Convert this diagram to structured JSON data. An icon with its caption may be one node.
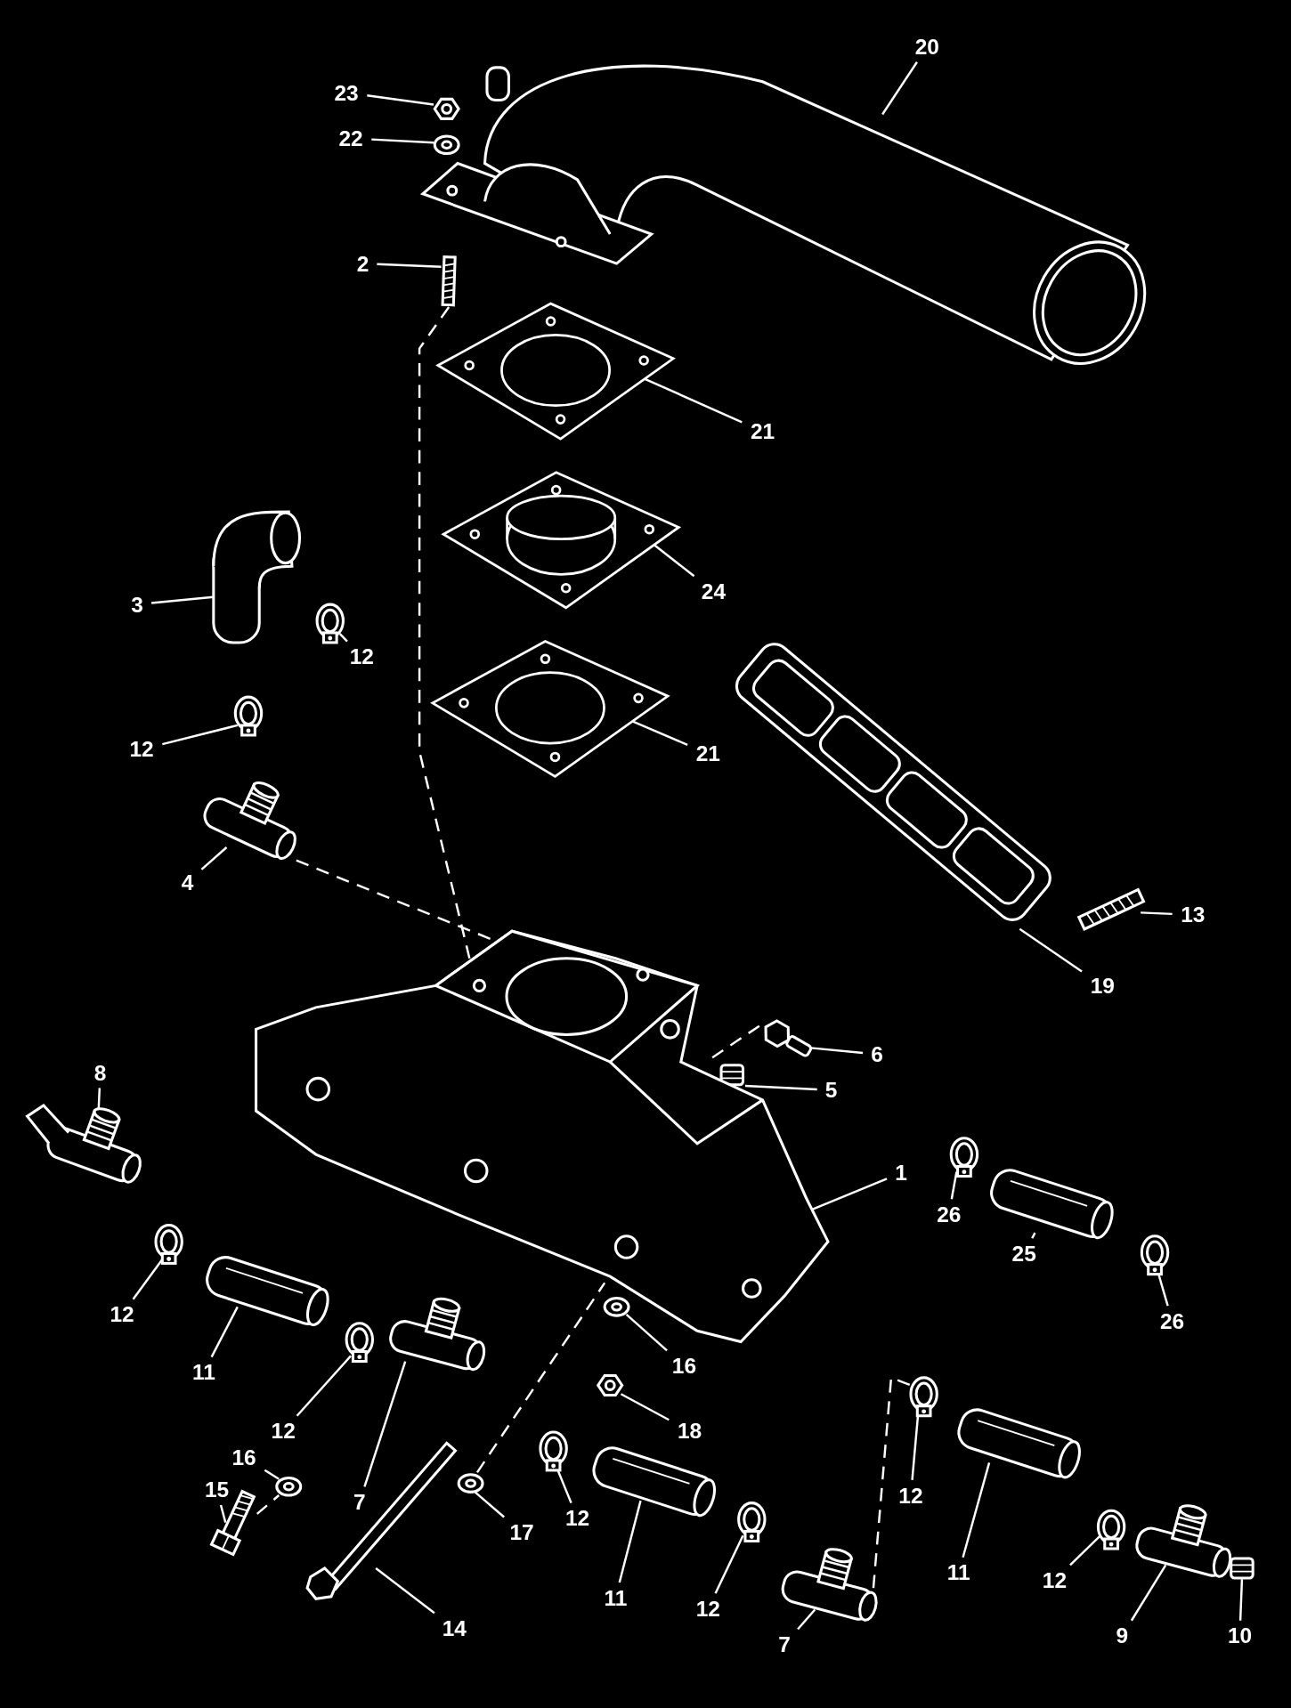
{
  "diagram": {
    "nodes": [
      {
        "text": [
          "20"
        ]
      },
      {
        "text": [],
        "shape": "picture"
      },
      {
        "text": [
          "23"
        ]
      },
      {
        "text": [],
        "shape": "picture"
      },
      {
        "text": [
          "22"
        ]
      },
      {
        "text": [],
        "shape": "picture"
      },
      {
        "text": [
          "2"
        ]
      },
      {
        "text": [],
        "shape": "picture"
      },
      {
        "text": [
          "21"
        ]
      },
      {
        "text": [],
        "shape": "picture"
      },
      {
        "text": [
          "24"
        ]
      },
      {
        "text": [],
        "shape": "picture"
      },
      {
        "text": [
          "3"
        ]
      },
      {
        "text": [],
        "shape": "picture"
      },
      {
        "text": [
          "12"
        ]
      },
      {
        "text": [],
        "shape": "picture"
      },
      {
        "text": [
          "12"
        ]
      },
      {
        "text": [],
        "shape": "picture"
      },
      {
        "text": [
          "21"
        ]
      },
      {
        "text": [],
        "shape": "picture"
      },
      {
        "text": [
          "4"
        ]
      },
      {
        "text": [],
        "shape": "picture"
      },
      {
        "text": [
          "13"
        ]
      },
      {
        "text": [],
        "shape": "picture"
      },
      {
        "text": [
          "6"
        ]
      },
      {
        "text": [],
        "shape": "picture"
      },
      {
        "text": [
          "5"
        ]
      },
      {
        "text": [],
        "shape": "picture"
      },
      {
        "text": [
          "19"
        ]
      },
      {
        "text": [],
        "shape": "picture"
      },
      {
        "text": [
          "8"
        ]
      },
      {
        "text": [],
        "shape": "picture"
      },
      {
        "text": [
          "1"
        ]
      },
      {
        "text": [],
        "shape": "picture"
      },
      {
        "text": [
          "26"
        ]
      },
      {
        "text": [],
        "shape": "picture"
      },
      {
        "text": [
          "25"
        ]
      },
      {
        "text": [],
        "shape": "picture"
      },
      {
        "text": [
          "26"
        ]
      },
      {
        "text": [],
        "shape": "picture"
      },
      {
        "text": [
          "12"
        ]
      },
      {
        "text": [],
        "shape": "picture"
      },
      {
        "text": [
          "11"
        ]
      },
      {
        "text": [],
        "shape": "picture"
      },
      {
        "text": [
          "16"
        ]
      },
      {
        "text": [],
        "shape": "picture"
      },
      {
        "text": [
          "18"
        ]
      },
      {
        "text": [],
        "shape": "picture"
      },
      {
        "text": [
          "12"
        ]
      },
      {
        "text": [],
        "shape": "picture"
      },
      {
        "text": [
          "7"
        ]
      },
      {
        "text": [],
        "shape": "picture"
      },
      {
        "text": [
          "16"
        ]
      },
      {
        "text": [],
        "shape": "picture"
      },
      {
        "text": [
          "15"
        ]
      },
      {
        "text": [],
        "shape": "picture"
      },
      {
        "text": [
          "17"
        ]
      },
      {
        "text": [],
        "shape": "picture"
      },
      {
        "text": [
          "12"
        ]
      },
      {
        "text": [],
        "shape": "picture"
      },
      {
        "text": [
          "14"
        ]
      },
      {
        "text": [],
        "shape": "picture"
      },
      {
        "text": [
          "11"
        ]
      },
      {
        "text": [],
        "shape": "picture"
      },
      {
        "text": [
          "12"
        ]
      },
      {
        "text": [],
        "shape": "picture"
      },
      {
        "text": [
          "7"
        ]
      },
      {
        "text": [],
        "shape": "picture"
      },
      {
        "text": [
          "12"
        ]
      },
      {
        "text": [],
        "shape": "picture"
      },
      {
        "text": [
          "11"
        ]
      },
      {
        "text": [],
        "shape": "picture"
      },
      {
        "text": [
          "12"
        ]
      },
      {
        "text": [],
        "shape": "picture"
      },
      {
        "text": [
          "9"
        ]
      },
      {
        "text": [],
        "shape": "picture"
      },
      {
        "text": [
          "10"
        ]
      },
      {
        "text": [],
        "shape": "picture"
      }
    ],
    "edges": [
      {
        "from": 0,
        "to": 1,
        "arrow": "none"
      },
      {
        "from": 2,
        "to": 3,
        "arrow": "none"
      },
      {
        "from": 4,
        "to": 5,
        "arrow": "none"
      },
      {
        "from": 6,
        "to": 7,
        "arrow": "none"
      },
      {
        "from": 8,
        "to": 9,
        "arrow": "none"
      },
      {
        "from": 10,
        "to": 11,
        "arrow": "none"
      },
      {
        "from": 12,
        "to": 13,
        "arrow": "none"
      },
      {
        "from": 14,
        "to": 15,
        "arrow": "none"
      },
      {
        "from": 16,
        "to": 17,
        "arrow": "none"
      },
      {
        "from": 18,
        "to": 19,
        "arrow": "none"
      },
      {
        "from": 20,
        "to": 21,
        "arrow": "none"
      },
      {
        "from": 22,
        "to": 23,
        "arrow": "none"
      },
      {
        "from": 24,
        "to": 25,
        "arrow": "none"
      },
      {
        "from": 26,
        "to": 27,
        "arrow": "none"
      },
      {
        "from": 28,
        "to": 29,
        "arrow": "none"
      },
      {
        "from": 30,
        "to": 31,
        "arrow": "none"
      },
      {
        "from": 32,
        "to": 33,
        "arrow": "none"
      },
      {
        "from": 34,
        "to": 35,
        "arrow": "none"
      },
      {
        "from": 36,
        "to": 37,
        "arrow": "none"
      },
      {
        "from": 38,
        "to": 39,
        "arrow": "none"
      },
      {
        "from": 40,
        "to": 41,
        "arrow": "none"
      },
      {
        "from": 42,
        "to": 43,
        "arrow": "none"
      },
      {
        "from": 44,
        "to": 45,
        "arrow": "none"
      },
      {
        "from": 46,
        "to": 47,
        "arrow": "none"
      },
      {
        "from": 48,
        "to": 49,
        "arrow": "none"
      },
      {
        "from": 50,
        "to": 51,
        "arrow": "none"
      },
      {
        "from": 52,
        "to": 53,
        "arrow": "none"
      },
      {
        "from": 54,
        "to": 55,
        "arrow": "none"
      },
      {
        "from": 56,
        "to": 57,
        "arrow": "none"
      },
      {
        "from": 58,
        "to": 59,
        "arrow": "none"
      },
      {
        "from": 60,
        "to": 61,
        "arrow": "none"
      },
      {
        "from": 62,
        "to": 63,
        "arrow": "none"
      },
      {
        "from": 64,
        "to": 65,
        "arrow": "none"
      },
      {
        "from": 66,
        "to": 67,
        "arrow": "none"
      },
      {
        "from": 68,
        "to": 69,
        "arrow": "none"
      },
      {
        "from": 70,
        "to": 71,
        "arrow": "none"
      },
      {
        "from": 72,
        "to": 73,
        "arrow": "none"
      },
      {
        "from": 74,
        "to": 75,
        "arrow": "none"
      },
      {
        "from": 76,
        "to": 77,
        "arrow": "none"
      },
      {
        "from": 7,
        "to": 33,
        "arrow": "none",
        "style": "dashed"
      },
      {
        "from": 21,
        "to": 33,
        "arrow": "none",
        "style": "dashed"
      },
      {
        "from": 25,
        "to": 33,
        "arrow": "none",
        "style": "dashed"
      },
      {
        "from": 55,
        "to": 53,
        "arrow": "none",
        "style": "dashed"
      },
      {
        "from": 57,
        "to": 33,
        "arrow": "none",
        "style": "dashed"
      },
      {
        "from": 67,
        "to": 69,
        "arrow": "none",
        "style": "dashed"
      }
    ]
  }
}
